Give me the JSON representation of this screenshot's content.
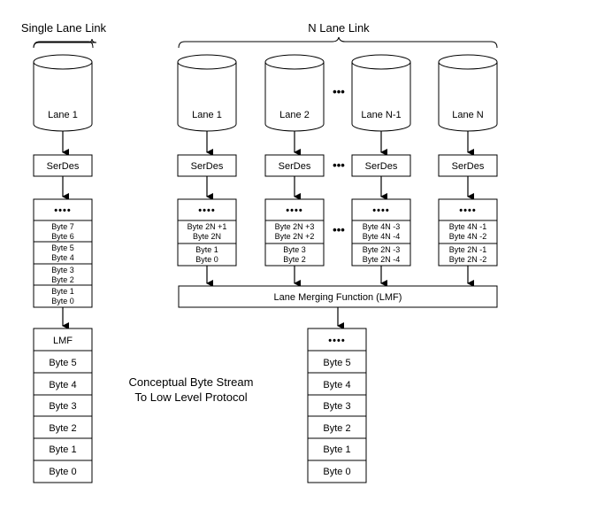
{
  "titles": {
    "single": "Single Lane Link",
    "multi": "N Lane Link"
  },
  "lanes": {
    "single": "Lane 1",
    "multi": [
      "Lane 1",
      "Lane 2",
      "Lane N-1",
      "Lane N"
    ]
  },
  "serdes_label": "SerDes",
  "ellipsis": "•••",
  "dots": "••••",
  "single_lane_bytes": [
    "Byte 7",
    "Byte 6",
    "Byte 5",
    "Byte 4",
    "Byte 3",
    "Byte 2",
    "Byte 1",
    "Byte 0"
  ],
  "multi_lane_bytes": [
    [
      "Byte 2N +1",
      "Byte 2N",
      "Byte 1",
      "Byte 0"
    ],
    [
      "Byte 2N +3",
      "Byte 2N +2",
      "Byte 3",
      "Byte 2"
    ],
    [
      "Byte 4N -3",
      "Byte 4N -4",
      "Byte 2N -3",
      "Byte 2N -4"
    ],
    [
      "Byte 4N -1",
      "Byte 4N -2",
      "Byte 2N -1",
      "Byte 2N -2"
    ]
  ],
  "lmf_label": "Lane Merging Function (LMF)",
  "single_stream": [
    "LMF",
    "Byte 5",
    "Byte 4",
    "Byte 3",
    "Byte 2",
    "Byte 1",
    "Byte 0"
  ],
  "multi_stream": [
    "Byte 5",
    "Byte 4",
    "Byte 3",
    "Byte 2",
    "Byte 1",
    "Byte 0"
  ],
  "caption": {
    "line1": "Conceptual Byte Stream",
    "line2": "To Low Level Protocol"
  }
}
